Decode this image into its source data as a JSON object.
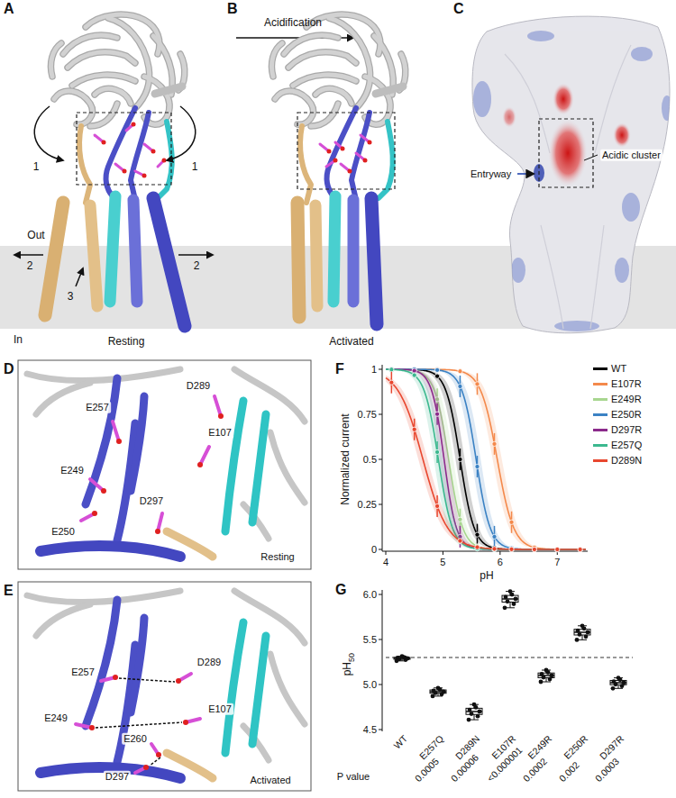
{
  "diagram": {
    "labels": [
      "A",
      "Acidification",
      "B",
      "C",
      "1",
      "1",
      "2",
      "2",
      "3",
      "Out",
      "In",
      "Entryway",
      "Acidic cluster",
      "Resting",
      "Activated",
      "D",
      "E257",
      "D289",
      "E107",
      "E249",
      "E250",
      "D297",
      "Resting",
      "F",
      "1",
      "0.75",
      "0.5",
      "0.25",
      "0",
      "Normalized current",
      "4",
      "5",
      "6",
      "7",
      "pH",
      "E",
      "E257",
      "D289",
      "E107",
      "E249",
      "E260",
      "D297",
      "Activated",
      "G",
      "6.0",
      "5.5",
      "5.0",
      "4.5",
      "pH",
      "50",
      "WT",
      "E257Q",
      "D289N",
      "E107R",
      "E249R",
      "E250R",
      "D297R",
      "P value",
      "0.0005",
      "0.00006",
      "<0.000001",
      "0.0002",
      "0.002",
      "0.0003"
    ],
    "legend": [
      {
        "text": "WT",
        "color": "#000000"
      },
      {
        "text": "E107R",
        "color": "#f4894b"
      },
      {
        "text": "E249R",
        "color": "#a8d68f"
      },
      {
        "text": "E250R",
        "color": "#3b82c4"
      },
      {
        "text": "D297R",
        "color": "#8b2a8b"
      },
      {
        "text": "E257Q",
        "color": "#3cb88f"
      },
      {
        "text": "D289N",
        "color": "#e8472f"
      }
    ]
  }
}
